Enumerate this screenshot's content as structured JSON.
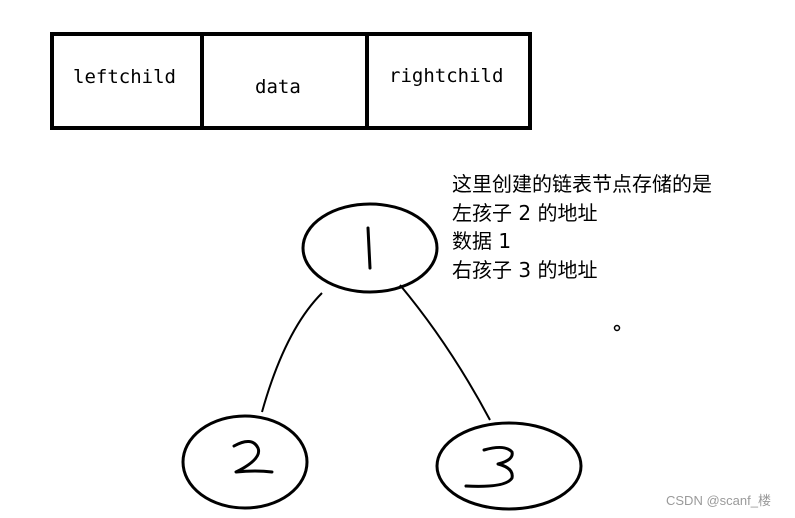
{
  "struct": {
    "left_label": "leftchild",
    "data_label": "data",
    "right_label": "rightchild"
  },
  "tree": {
    "root": "1",
    "left": "2",
    "right": "3"
  },
  "note": {
    "lines": [
      "这里创建的链表节点存储的是",
      "左孩子 2 的地址",
      "数据 1",
      "右孩子 3 的地址"
    ]
  },
  "watermark": "CSDN @scanf_楼"
}
